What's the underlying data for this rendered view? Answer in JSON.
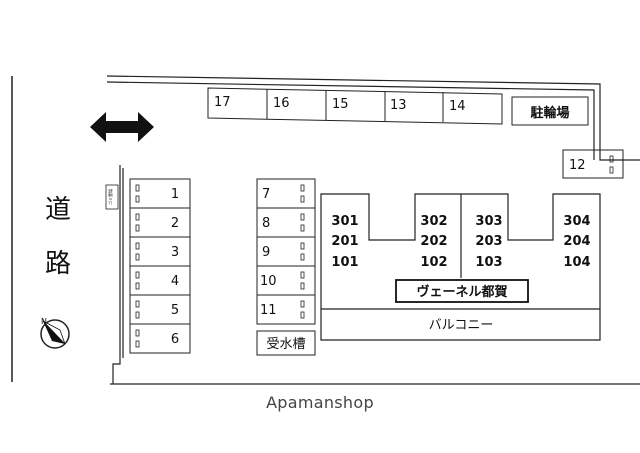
{
  "road": {
    "label": "道路"
  },
  "parking_top": [
    "17",
    "16",
    "15",
    "13",
    "14"
  ],
  "bicycle_parking": "駐輪場",
  "parking_side": "12",
  "parking_left": [
    "1",
    "2",
    "3",
    "4",
    "5",
    "6"
  ],
  "parking_mid": [
    "7",
    "8",
    "9",
    "10",
    "11"
  ],
  "water_tank": "受水槽",
  "small_sign": "ゴミ置場",
  "units": [
    [
      "301",
      "201",
      "101"
    ],
    [
      "302",
      "202",
      "102"
    ],
    [
      "303",
      "203",
      "103"
    ],
    [
      "304",
      "204",
      "104"
    ]
  ],
  "building_name": "ヴェーネル都賀",
  "balcony": "バルコニー",
  "watermark": "Apamanshop",
  "compass_label": "N"
}
